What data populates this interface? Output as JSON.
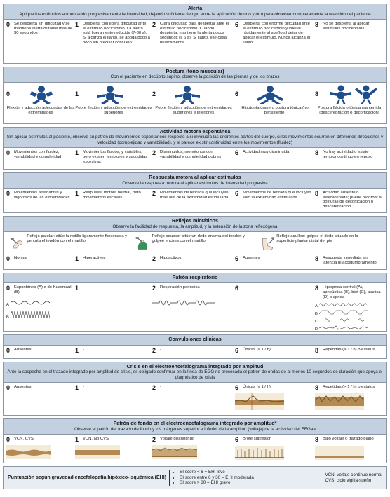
{
  "alertas": {
    "title": "Alerta",
    "desc": "Aplique los estímulos aumentando progresivamente la intensidad, dejando suficiente tiempo entre la aplicación de uno y otro para observar completamente la reacción del paciente",
    "items": [
      {
        "score": "0",
        "text": "Se despierta sin dificultad y se mantiene alerta durante más de 30 segundos"
      },
      {
        "score": "1",
        "text": "Despierta con ligera dificultad ante el estímulo nociceptivo. La alerta está ligeramente reducida (7-30 s). Si alcanza el llanto, se apoga poco a poco sin precisar consuelo"
      },
      {
        "score": "2",
        "text": "Clara dificultad para despertar ante el estímulo nociceptivo. Cuando despierta, mantiene la alerta pocos segundos (≤ 6 s). Si llanto, ese cesa bruscamente"
      },
      {
        "score": "6",
        "text": "Despierta con enorme dificultad ante el estímulo nociceptivo y vuelve rápidamente al sueño al dejar de aplicar el estímulo. Nunca alcanza el llanto"
      },
      {
        "score": "8",
        "text": "No se despierta al aplicar estímulos nociceptivos"
      }
    ]
  },
  "postura": {
    "title": "Postura (tono muscular)",
    "desc": "Con el paciente en decúbito supino, observe la posición de las piernas y de los brazos",
    "items": [
      {
        "score": "0",
        "text": "Flexión y aducción adecuadas de las extremidades"
      },
      {
        "score": "1",
        "text": "Pobre flexión y aducción de extremidades superiores"
      },
      {
        "score": "2",
        "text": "Pobre flexión y aducción de extremidades superiores e inferiores"
      },
      {
        "score": "6",
        "text": "Hipotonía grave o postura tónica (no persistente)"
      },
      {
        "score": "8",
        "text": "Postura flácida o tónica mantenida (descerebración o decorticación)"
      }
    ]
  },
  "actividad": {
    "title": "Actividad motora espontánea",
    "desc": "Sin aplicar estímulos al paciente, observe su patrón de movimientos espontáneos respecto a si involucra las diferentes partes del cuerpo, si los movimientos ocurren en diferentes direcciones y velocidad (complejidad y variabilidad), y si parece existir continuidad entre los movimientos (fluidez)",
    "items": [
      {
        "score": "0",
        "text": "Movimientos con fluidez, variabilidad y complejidad"
      },
      {
        "score": "1",
        "text": "Movimientos fluidos, y variables, pero existen temblores y sacudidas excesivas"
      },
      {
        "score": "2",
        "text": "Disminuidos, monótonos con variabilidad y complejidad pobres"
      },
      {
        "score": "6",
        "text": "Actividad muy disminuida"
      },
      {
        "score": "8",
        "text": "No hay actividad o existe temblor continuo en reposo"
      }
    ]
  },
  "respuesta": {
    "title": "Respuesta motora al aplicar estímulos",
    "desc": "Observe la respuesta motora al aplicar estímulos de intensidad progresiva",
    "items": [
      {
        "score": "0",
        "text": "Movimientos alternantes y vigorosos de las extremidades"
      },
      {
        "score": "1",
        "text": "Respuesta motora normal, pero movimientos escasos"
      },
      {
        "score": "2",
        "text": "Movimientos de retirada que incluyen más allá de la extremidad estimulada"
      },
      {
        "score": "6",
        "text": "Movimientos de retirada que incluyen sólo la extremidad estimulada"
      },
      {
        "score": "8",
        "text": "Actividad ausente o estereotipada; puede recordar a posturas de decorticación o descerebración"
      }
    ]
  },
  "reflejos": {
    "title": "Reflejos miotáticos",
    "desc": "Observe la facilidad de respuesta, la amplitud, y la extensión de la zona reflexógena",
    "demos": [
      {
        "text": "Reflejo patelar: sitúe la rodilla ligeramente flexionada y percuta el tendón con el martillo"
      },
      {
        "text": "Reflejo aductor: sitúe un dedo encima del tendón y golpee encima con el martillo"
      },
      {
        "text": "Reflejo aquíleo: golpee el dedo situado en la superficie plantar distal del pie"
      }
    ],
    "items": [
      {
        "score": "0",
        "text": "Normal"
      },
      {
        "score": "1",
        "text": "Hiperactivos"
      },
      {
        "score": "2",
        "text": "Hipoactivos"
      },
      {
        "score": "6",
        "text": "Ausentes"
      },
      {
        "score": "8",
        "text": "Respuesta inmediata sin latencia ni acostumbramiento"
      }
    ]
  },
  "respiratorio": {
    "title": "Patrón respiratorio",
    "items": [
      {
        "score": "0",
        "text": "Espontáneo (A) o de Kussmaul (B)"
      },
      {
        "score": "1",
        "text": "-"
      },
      {
        "score": "2",
        "text": "Respiración periódica"
      },
      {
        "score": "6",
        "text": "-"
      },
      {
        "score": "8",
        "text": "Hiperpnea central (A), apneústica (B), biot (C), atáxica (D) o apnea"
      }
    ],
    "labels": [
      "A",
      "B",
      "C",
      "D"
    ]
  },
  "convulsiones": {
    "title": "Convulsiones clínicas",
    "items": [
      {
        "score": "0",
        "text": "Ausentes"
      },
      {
        "score": "1",
        "text": "-"
      },
      {
        "score": "2",
        "text": "-"
      },
      {
        "score": "6",
        "text": "Únicas (≤ 1 / h)"
      },
      {
        "score": "8",
        "text": "Repetidas (> 1 / h) o estatus"
      }
    ]
  },
  "crisis": {
    "title": "Crisis en el electroencefalograma integrado por amplitud",
    "desc": "Ante la sospecha en el trazado integrado por amplitud de crisis, es obligado confirmar en la línea de EGG no procesada el patrón de ondas de al menos 10 segundos de duración que apoya el diagnóstico de crisis",
    "items": [
      {
        "score": "0",
        "text": "Ausentes"
      },
      {
        "score": "1",
        "text": "-"
      },
      {
        "score": "2",
        "text": "-"
      },
      {
        "score": "6",
        "text": "Únicas (≤ 1 / h)"
      },
      {
        "score": "8",
        "text": "Repetidas (> 1 / h) o estatus"
      }
    ]
  },
  "fondo": {
    "title": "Patrón de fondo en el electroencefalograma integrado por amplitud*",
    "desc": "Observe el patrón del trazado de fondo y los márgenes superior e inferior de la amplitud (voltaje) de la actividad del EEGaa",
    "items": [
      {
        "score": "0",
        "text": "VCN. CVS"
      },
      {
        "score": "1",
        "text": "VCN. No CVS"
      },
      {
        "score": "2",
        "text": "Voltaje discontinuo"
      },
      {
        "score": "6",
        "text": "Brote supresión"
      },
      {
        "score": "8",
        "text": "Bajo voltaje o trazado plano"
      }
    ]
  },
  "summary": {
    "title": "Puntuación según gravedad encefalopatía hipóxico-isquémica (EHI)",
    "bullets": [
      "SI score < 6 = EHI leve",
      "SI score entre 6 y 30 = EHI moderada",
      "SI score > 30 = EHI grave"
    ],
    "abbr1": "VCN: voltaje continuo normal",
    "abbr2": "CVS: ciclo vigilia-sueño"
  },
  "colors": {
    "header_bg": "#c3d0e0",
    "baby_fill": "#1f4e8c",
    "eeg": "#7a5a2a"
  }
}
